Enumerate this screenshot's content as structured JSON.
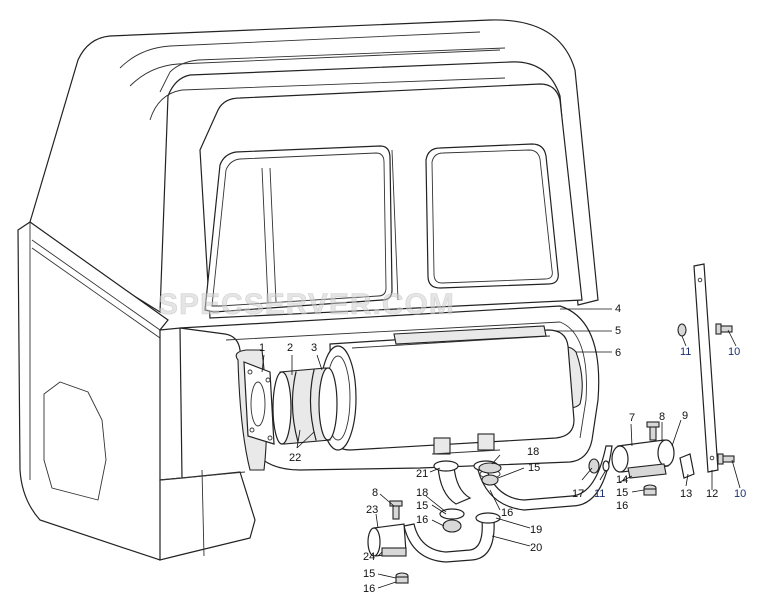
{
  "watermark": "SPECSERVER.COM",
  "callouts": [
    {
      "id": "c1",
      "text": "1",
      "color": "#111111"
    },
    {
      "id": "c2",
      "text": "2",
      "color": "#111111"
    },
    {
      "id": "c3",
      "text": "3",
      "color": "#111111"
    },
    {
      "id": "c4",
      "text": "4",
      "color": "#111111"
    },
    {
      "id": "c5",
      "text": "5",
      "color": "#111111"
    },
    {
      "id": "c6",
      "text": "6",
      "color": "#111111"
    },
    {
      "id": "c7",
      "text": "7",
      "color": "#111111"
    },
    {
      "id": "c8a",
      "text": "8",
      "color": "#111111"
    },
    {
      "id": "c8b",
      "text": "8",
      "color": "#111111"
    },
    {
      "id": "c9",
      "text": "9",
      "color": "#111111"
    },
    {
      "id": "c10a",
      "text": "10",
      "color": "#1a2f73"
    },
    {
      "id": "c10b",
      "text": "10",
      "color": "#1a2f73"
    },
    {
      "id": "c11a",
      "text": "11",
      "color": "#1a2f73"
    },
    {
      "id": "c11b",
      "text": "11",
      "color": "#1a2f73"
    },
    {
      "id": "c12",
      "text": "12",
      "color": "#111111"
    },
    {
      "id": "c13",
      "text": "13",
      "color": "#111111"
    },
    {
      "id": "c14",
      "text": "14",
      "color": "#111111"
    },
    {
      "id": "c15a",
      "text": "15",
      "color": "#111111"
    },
    {
      "id": "c15b",
      "text": "15",
      "color": "#111111"
    },
    {
      "id": "c15c",
      "text": "15",
      "color": "#111111"
    },
    {
      "id": "c15d",
      "text": "15",
      "color": "#111111"
    },
    {
      "id": "c16a",
      "text": "16",
      "color": "#111111"
    },
    {
      "id": "c16b",
      "text": "16",
      "color": "#111111"
    },
    {
      "id": "c16c",
      "text": "16",
      "color": "#111111"
    },
    {
      "id": "c16d",
      "text": "16",
      "color": "#111111"
    },
    {
      "id": "c17",
      "text": "17",
      "color": "#111111"
    },
    {
      "id": "c18a",
      "text": "18",
      "color": "#111111"
    },
    {
      "id": "c18b",
      "text": "18",
      "color": "#111111"
    },
    {
      "id": "c19",
      "text": "19",
      "color": "#111111"
    },
    {
      "id": "c20",
      "text": "20",
      "color": "#111111"
    },
    {
      "id": "c21",
      "text": "21",
      "color": "#111111"
    },
    {
      "id": "c22",
      "text": "22",
      "color": "#111111"
    },
    {
      "id": "c23",
      "text": "23",
      "color": "#111111"
    },
    {
      "id": "c24",
      "text": "24",
      "color": "#111111"
    }
  ]
}
